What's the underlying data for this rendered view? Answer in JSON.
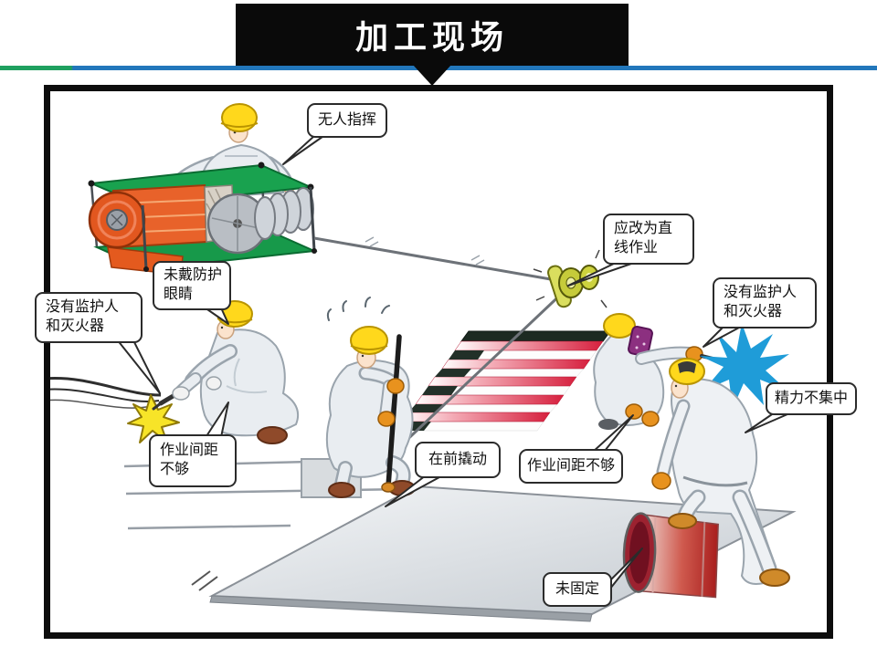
{
  "slide": {
    "title": "加工现场"
  },
  "callouts": [
    {
      "id": "no-director",
      "text": "无人指挥"
    },
    {
      "id": "no-protective-goggles",
      "text": "未戴防护\n眼睛"
    },
    {
      "id": "no-supervisor-extinguisher-left",
      "text": "没有监护人\n和灭火器"
    },
    {
      "id": "work-spacing-left",
      "text": "作业间距\n不够"
    },
    {
      "id": "change-to-straight-line",
      "text": "应改为直\n线作业"
    },
    {
      "id": "no-supervisor-extinguisher-right",
      "text": "没有监护人\n和灭火器"
    },
    {
      "id": "lack-of-focus",
      "text": "精力不集中"
    },
    {
      "id": "prying-in-front",
      "text": "在前撬动"
    },
    {
      "id": "work-spacing-right",
      "text": "作业间距不够"
    },
    {
      "id": "not-secured",
      "text": "未固定"
    }
  ],
  "colors": {
    "banner_bg": "#0a0a0a",
    "banner_text": "#ffffff",
    "accent_green": "#1fa05f",
    "accent_blue": "#2277bb",
    "helmet_yellow": "#ffd81c",
    "machine_green": "#19a24f",
    "motor_orange": "#e8622a",
    "stripe_red": "#d6203e",
    "spark_blue": "#1f9cd8",
    "barrel_red": "#b92b28",
    "flame_yellow": "#f7e428"
  }
}
